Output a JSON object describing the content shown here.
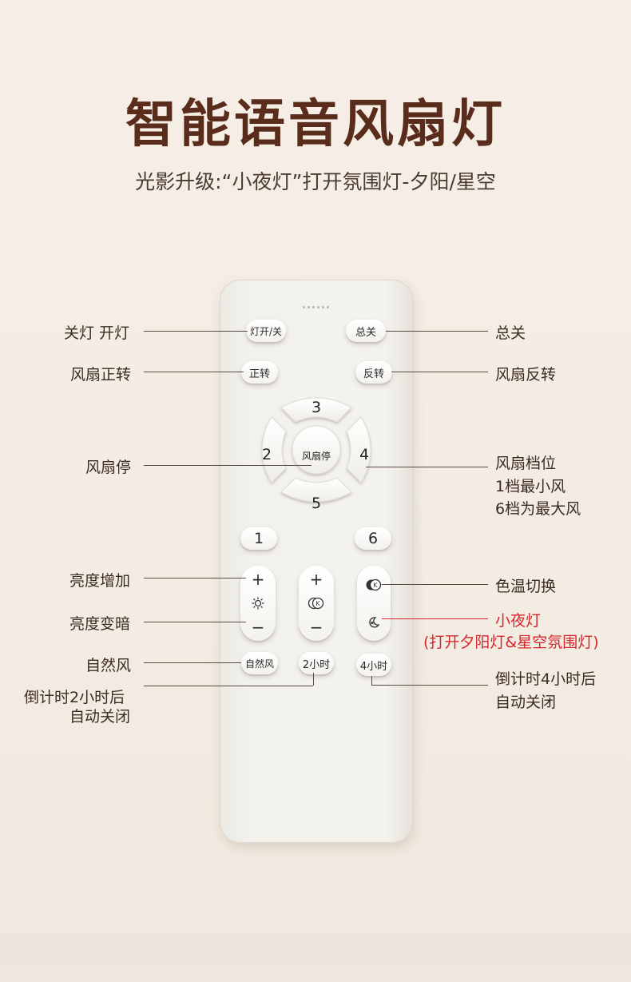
{
  "header": {
    "title": "智能语音风扇灯",
    "subtitle": "光影升级:“小夜灯”打开氛围灯-夕阳/星空"
  },
  "remote": {
    "light_toggle": "灯开/关",
    "all_off": "总关",
    "forward": "正转",
    "reverse": "反转",
    "speed_3": "3",
    "speed_2": "2",
    "fan_stop": "风扇停",
    "speed_4": "4",
    "speed_5": "5",
    "speed_1": "1",
    "speed_6": "6",
    "plus": "+",
    "minus": "−",
    "natural_wind": "自然风",
    "timer_2h": "2小时",
    "timer_4h": "4小时"
  },
  "labels": {
    "light_on_off": "关灯 开灯",
    "fan_forward": "风扇正转",
    "fan_stop": "风扇停",
    "brightness_up": "亮度增加",
    "brightness_down": "亮度变暗",
    "natural_wind": "自然风",
    "timer2_line1": "倒计时2小时后",
    "timer2_line2": "自动关闭",
    "all_off": "总关",
    "fan_reverse": "风扇反转",
    "fan_speed_line1": "风扇档位",
    "fan_speed_line2": "1档最小风",
    "fan_speed_line3": "6档为最大风",
    "color_temp": "色温切换",
    "night_light": "小夜灯",
    "night_light_sub": "(打开夕阳灯&星空氛围灯)",
    "timer4_line1": "倒计时4小时后",
    "timer4_line2": "自动关闭"
  },
  "colors": {
    "title": "#5a2c1c",
    "highlight": "#d7262c",
    "background": "#f5eee5"
  },
  "icons": [
    "sun-icon",
    "color-temp-icon",
    "moon-star-icon",
    "speaker-grille-icon"
  ]
}
